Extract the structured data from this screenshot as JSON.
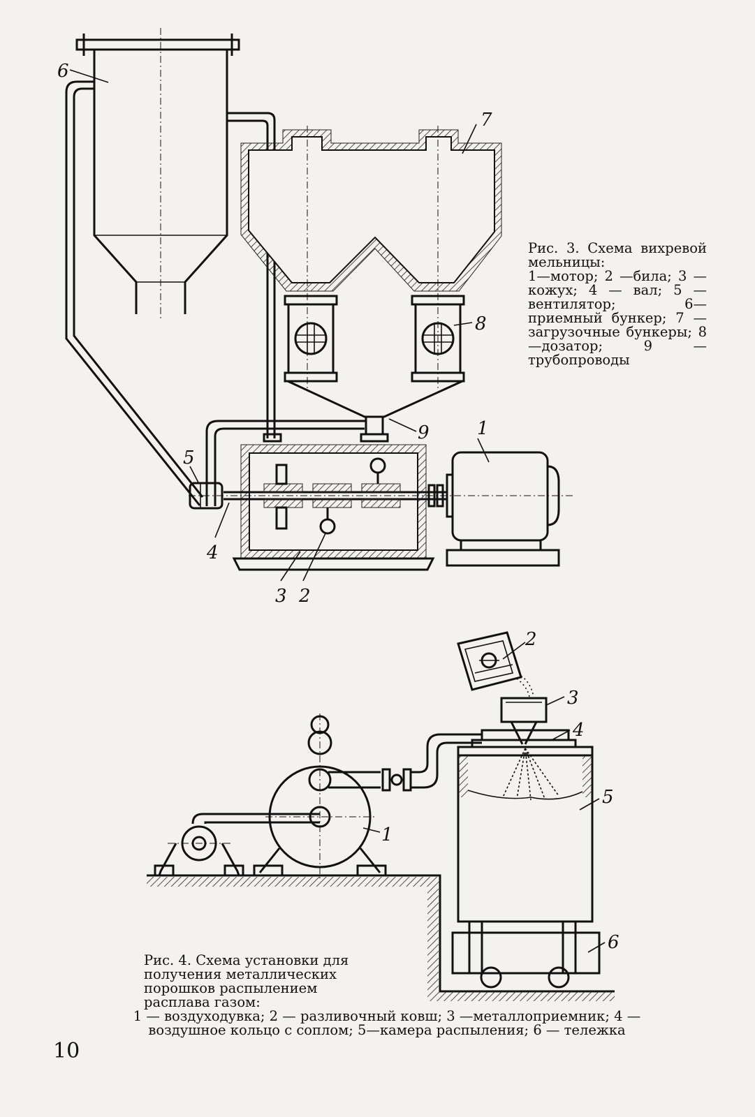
{
  "page_number": "10",
  "figure3": {
    "caption_title": "Рис. 3. Схема вихревой мельницы:",
    "caption_body": "1—мотор; 2 —била; 3 —кожух; 4 — вал; 5 — вентилятор; 6—приемный бункер; 7 — загрузочные бункеры; 8 —дозатор; 9 — трубопроводы",
    "labels": {
      "motor": "1",
      "beaters": "2",
      "casing": "3",
      "shaft": "4",
      "fan": "5",
      "receiving_bunker": "6",
      "loading_bunkers": "7",
      "dispenser": "8",
      "pipelines": "9"
    }
  },
  "figure4": {
    "caption_title": "Рис. 4. Схема установки для получения металлических порошков распылением расплава газом:",
    "caption_body": "1 — воздуходувка; 2 — разливочный ковш; 3 —металлоприемник; 4 — воздушное кольцо с соплом; 5—камера распыления; 6 — тележка",
    "labels": {
      "blower": "1",
      "ladle": "2",
      "metal_receiver": "3",
      "air_ring": "4",
      "spray_chamber": "5",
      "cart": "6"
    }
  }
}
